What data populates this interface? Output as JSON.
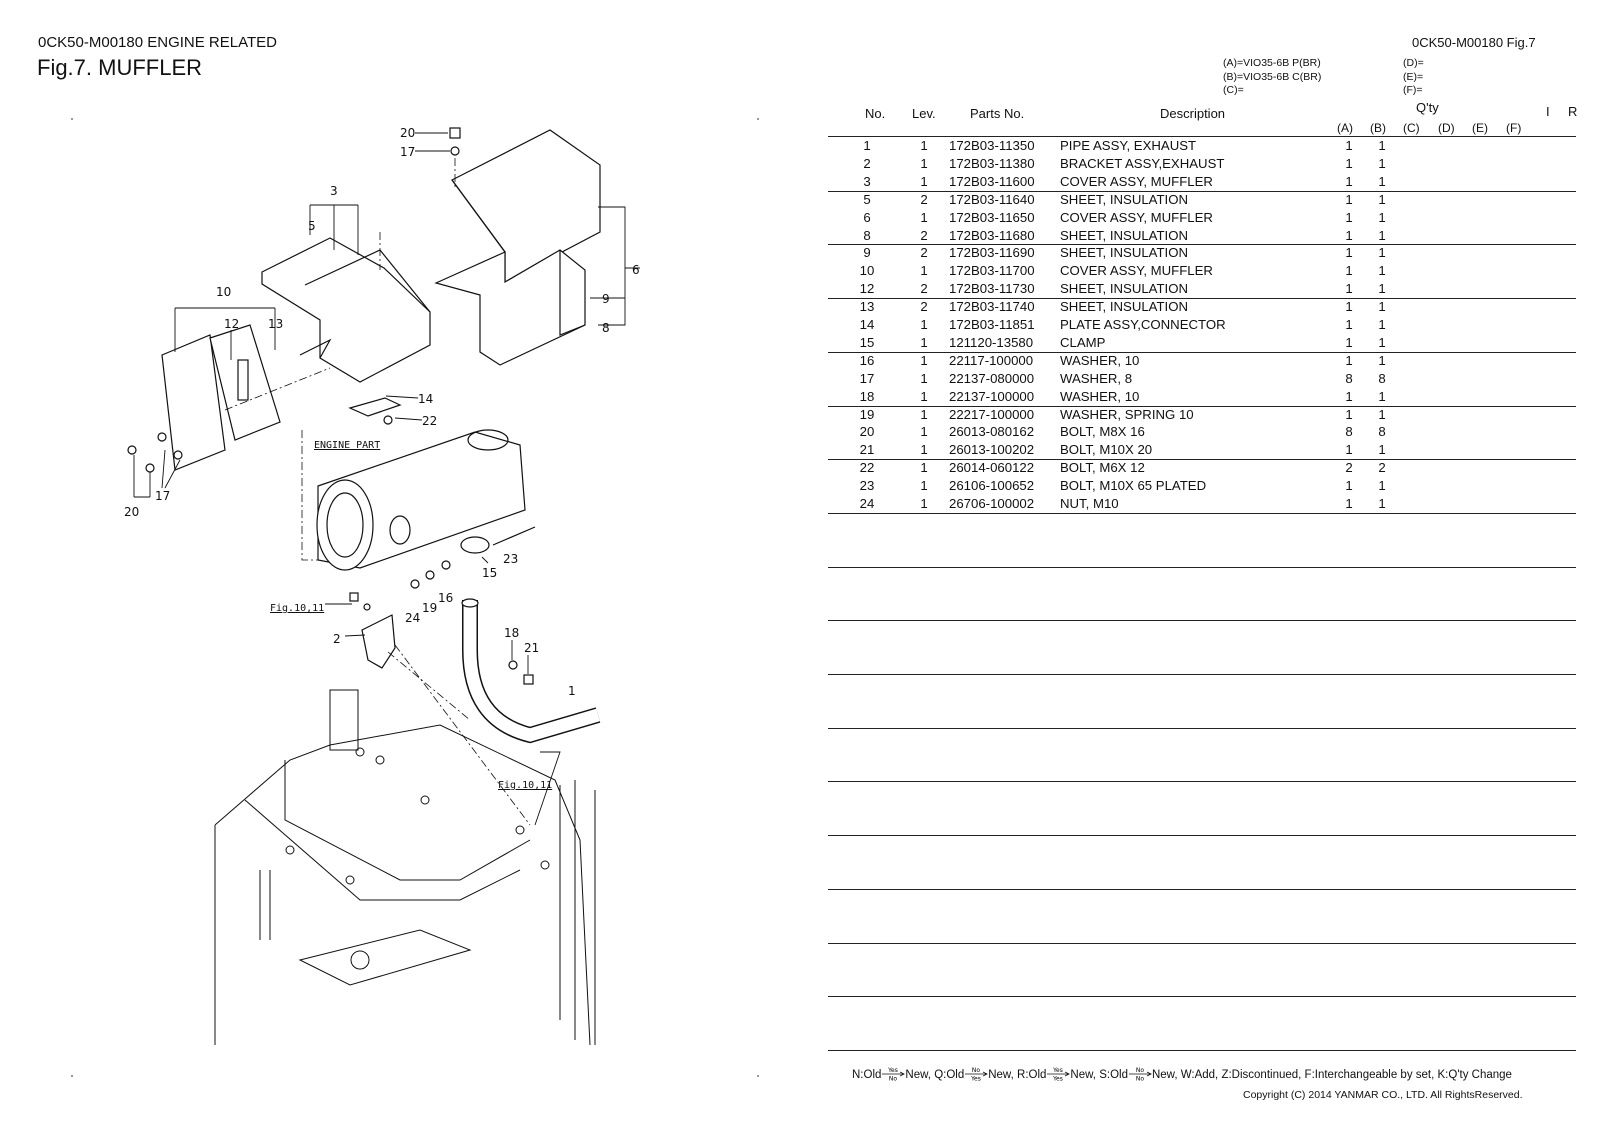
{
  "header": {
    "left_code": "0CK50-M00180   ENGINE RELATED",
    "figure_title": "Fig.7.  MUFFLER",
    "right_code": "0CK50-M00180   Fig.7"
  },
  "models": {
    "left": [
      "(A)=VIO35-6B P(BR)",
      "(B)=VIO35-6B C(BR)",
      "(C)="
    ],
    "right": [
      "(D)=",
      "(E)=",
      "(F)="
    ]
  },
  "diagram": {
    "callouts": [
      "1",
      "2",
      "3",
      "5",
      "6",
      "8",
      "9",
      "10",
      "12",
      "13",
      "14",
      "15",
      "16",
      "17",
      "17",
      "18",
      "19",
      "20",
      "20",
      "21",
      "22",
      "23",
      "24"
    ],
    "engine_part_label": "ENGINE PART",
    "fig_ref_1": "Fig.10,11",
    "fig_ref_2": "Fig.10,11"
  },
  "table": {
    "headers": {
      "no": "No.",
      "lev": "Lev.",
      "parts_no": "Parts No.",
      "description": "Description",
      "qty": "Q'ty",
      "i": "I",
      "r": "R",
      "a": "(A)",
      "b": "(B)",
      "c": "(C)",
      "d": "(D)",
      "e": "(E)",
      "f": "(F)"
    },
    "rows": [
      {
        "no": "1",
        "lev": "1",
        "pn": "172B03-11350",
        "desc": "PIPE ASSY, EXHAUST",
        "a": "1",
        "b": "1"
      },
      {
        "no": "2",
        "lev": "1",
        "pn": "172B03-11380",
        "desc": "BRACKET ASSY,EXHAUST",
        "a": "1",
        "b": "1"
      },
      {
        "no": "3",
        "lev": "1",
        "pn": "172B03-11600",
        "desc": "COVER ASSY, MUFFLER",
        "a": "1",
        "b": "1"
      },
      {
        "no": "5",
        "lev": "2",
        "pn": "172B03-11640",
        "desc": "SHEET, INSULATION",
        "a": "1",
        "b": "1"
      },
      {
        "no": "6",
        "lev": "1",
        "pn": "172B03-11650",
        "desc": "COVER ASSY, MUFFLER",
        "a": "1",
        "b": "1"
      },
      {
        "no": "8",
        "lev": "2",
        "pn": "172B03-11680",
        "desc": "SHEET, INSULATION",
        "a": "1",
        "b": "1"
      },
      {
        "no": "9",
        "lev": "2",
        "pn": "172B03-11690",
        "desc": "SHEET, INSULATION",
        "a": "1",
        "b": "1"
      },
      {
        "no": "10",
        "lev": "1",
        "pn": "172B03-11700",
        "desc": "COVER ASSY, MUFFLER",
        "a": "1",
        "b": "1"
      },
      {
        "no": "12",
        "lev": "2",
        "pn": "172B03-11730",
        "desc": "SHEET, INSULATION",
        "a": "1",
        "b": "1"
      },
      {
        "no": "13",
        "lev": "2",
        "pn": "172B03-11740",
        "desc": "SHEET, INSULATION",
        "a": "1",
        "b": "1"
      },
      {
        "no": "14",
        "lev": "1",
        "pn": "172B03-11851",
        "desc": "PLATE ASSY,CONNECTOR",
        "a": "1",
        "b": "1"
      },
      {
        "no": "15",
        "lev": "1",
        "pn": "121120-13580",
        "desc": "CLAMP",
        "a": "1",
        "b": "1"
      },
      {
        "no": "16",
        "lev": "1",
        "pn": "22117-100000",
        "desc": "WASHER, 10",
        "a": "1",
        "b": "1"
      },
      {
        "no": "17",
        "lev": "1",
        "pn": "22137-080000",
        "desc": "WASHER,  8",
        "a": "8",
        "b": "8"
      },
      {
        "no": "18",
        "lev": "1",
        "pn": "22137-100000",
        "desc": "WASHER, 10",
        "a": "1",
        "b": "1"
      },
      {
        "no": "19",
        "lev": "1",
        "pn": "22217-100000",
        "desc": "WASHER, SPRING 10",
        "a": "1",
        "b": "1"
      },
      {
        "no": "20",
        "lev": "1",
        "pn": "26013-080162",
        "desc": "BOLT, M8X 16",
        "a": "8",
        "b": "8"
      },
      {
        "no": "21",
        "lev": "1",
        "pn": "26013-100202",
        "desc": "BOLT, M10X 20",
        "a": "1",
        "b": "1"
      },
      {
        "no": "22",
        "lev": "1",
        "pn": "26014-060122",
        "desc": "BOLT, M6X 12",
        "a": "2",
        "b": "2"
      },
      {
        "no": "23",
        "lev": "1",
        "pn": "26106-100652",
        "desc": "BOLT, M10X 65 PLATED",
        "a": "1",
        "b": "1"
      },
      {
        "no": "24",
        "lev": "1",
        "pn": "26706-100002",
        "desc": "NUT, M10",
        "a": "1",
        "b": "1"
      }
    ]
  },
  "legend": {
    "n_old": "N:Old",
    "n_new": "New,",
    "q_old": "Q:Old",
    "q_new": "New,",
    "r_old": "R:Old",
    "r_new": "New,",
    "s_old": "S:Old",
    "s_new": "New,",
    "tail": "W:Add, Z:Discontinued, F:Interchangeable by set, K:Q'ty Change",
    "yes": "Yes",
    "no": "No"
  },
  "copyright": "Copyright (C) 2014 YANMAR CO., LTD. All RightsReserved."
}
